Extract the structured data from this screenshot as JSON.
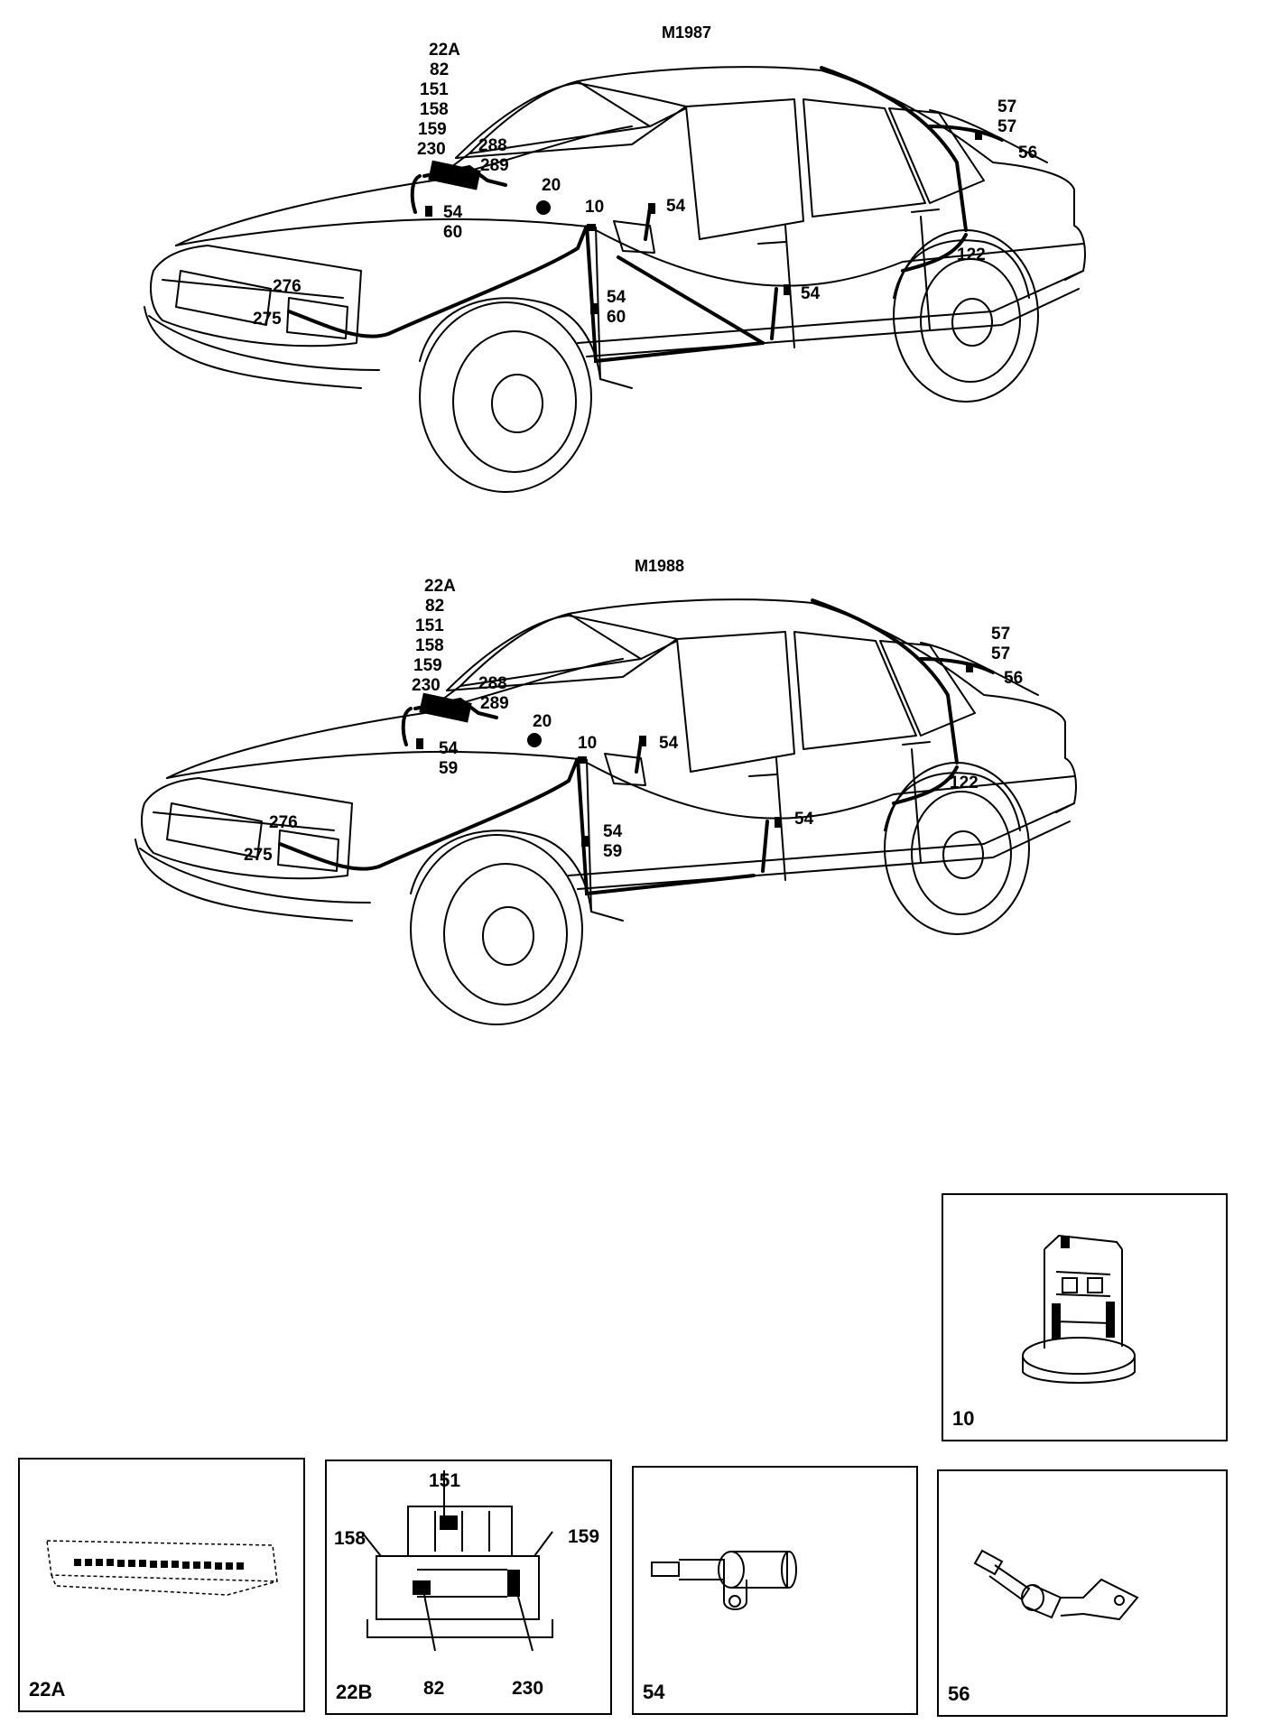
{
  "diagram_1987": {
    "model": "M1987",
    "labels": {
      "l22a": "22A",
      "l82": "82",
      "l151": "151",
      "l158": "158",
      "l159": "159",
      "l230": "230",
      "l288": "288",
      "l289": "289",
      "l20": "20",
      "l10": "10",
      "l54a": "54",
      "l60a": "60",
      "l54b": "54",
      "l54c": "54",
      "l60c": "60",
      "l54d": "54",
      "l57a": "57",
      "l57b": "57",
      "l56": "56",
      "l122": "122",
      "l276": "276",
      "l275": "275"
    }
  },
  "diagram_1988": {
    "model": "M1988",
    "labels": {
      "l22a": "22A",
      "l82": "82",
      "l151": "151",
      "l158": "158",
      "l159": "159",
      "l230": "230",
      "l288": "288",
      "l289": "289",
      "l20": "20",
      "l10": "10",
      "l54a": "54",
      "l59a": "59",
      "l54b": "54",
      "l54c": "54",
      "l59c": "59",
      "l54d": "54",
      "l57a": "57",
      "l57b": "57",
      "l56": "56",
      "l122": "122",
      "l276": "276",
      "l275": "275"
    }
  },
  "details": {
    "d10": {
      "tag": "10"
    },
    "d22a": {
      "tag": "22A"
    },
    "d22b": {
      "tag": "22B",
      "l151": "151",
      "l158": "158",
      "l159": "159",
      "l82": "82",
      "l230": "230"
    },
    "d54": {
      "tag": "54"
    },
    "d56": {
      "tag": "56"
    }
  }
}
